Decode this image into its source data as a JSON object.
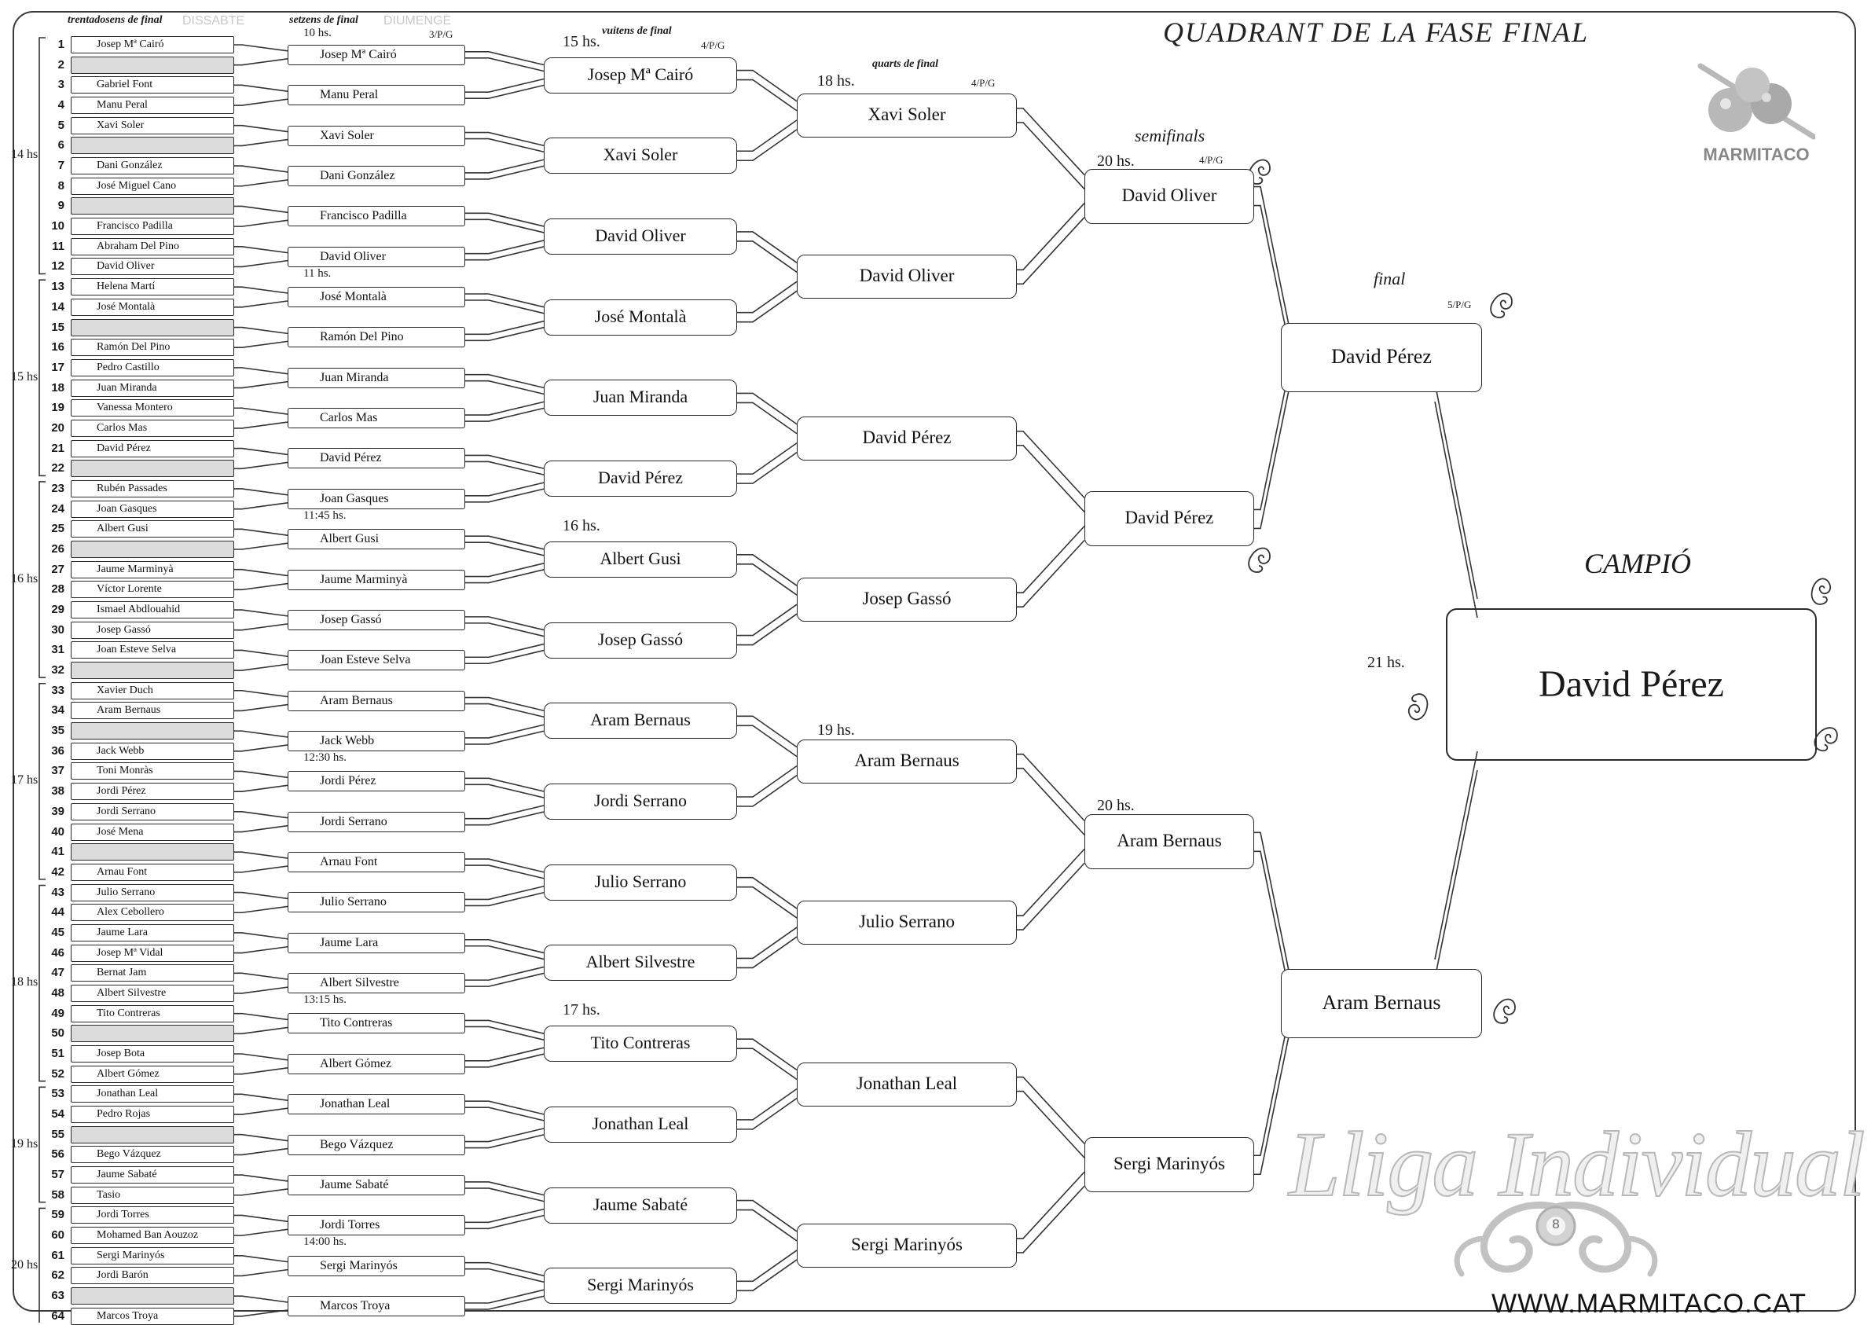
{
  "title": "QUADRANT   DE LA FASE FINAL",
  "labels": {
    "r32": "trentadosens de final",
    "r32_day": "DISSABTE",
    "r16": "setzens de final",
    "r16_day": "DIUMENGE",
    "r8": "vuitens de final",
    "qf": "quarts de final",
    "sf": "semifinals",
    "final": "final",
    "champion": "CAMPIÓ"
  },
  "seeds": [
    "1",
    "2",
    "3",
    "4",
    "5",
    "6",
    "7",
    "8",
    "9",
    "10",
    "11",
    "12",
    "13",
    "14",
    "15",
    "16",
    "17",
    "18",
    "19",
    "20",
    "21",
    "22",
    "23",
    "24",
    "25",
    "26",
    "27",
    "28",
    "29",
    "30",
    "31",
    "32",
    "33",
    "34",
    "35",
    "36",
    "37",
    "38",
    "39",
    "40",
    "41",
    "42",
    "43",
    "44",
    "45",
    "46",
    "47",
    "48",
    "49",
    "50",
    "51",
    "52",
    "53",
    "54",
    "55",
    "56",
    "57",
    "58",
    "59",
    "60",
    "61",
    "62",
    "63",
    "64"
  ],
  "r32": [
    "Josep Mª Cairó",
    "",
    "Gabriel Font",
    "Manu Peral",
    "Xavi Soler",
    "",
    "Dani González",
    "José Miguel Cano",
    "",
    "Francisco Padilla",
    "Abraham Del Pino",
    "David Oliver",
    "Helena Martí",
    "José Montalà",
    "",
    "Ramón Del Pino",
    "Pedro Castillo",
    "Juan Miranda",
    "Vanessa Montero",
    "Carlos Mas",
    "David Pérez",
    "",
    "Rubén Passades",
    "Joan Gasques",
    "Albert Gusi",
    "",
    "Jaume Marminyà",
    "Víctor Lorente",
    "Ismael Abdlouahid",
    "Josep Gassó",
    "Joan Esteve Selva",
    "",
    "Xavier Duch",
    "Aram Bernaus",
    "",
    "Jack Webb",
    "Toni Monràs",
    "Jordi Pérez",
    "Jordi Serrano",
    "José Mena",
    "",
    "Arnau Font",
    "Julio Serrano",
    "Alex Cebollero",
    "Jaume Lara",
    "Josep Mª Vidal",
    "Bernat Jam",
    "Albert Silvestre",
    "Tito Contreras",
    "",
    "Josep Bota",
    "Albert Gómez",
    "Jonathan Leal",
    "Pedro Rojas",
    "",
    "Bego Vázquez",
    "Jaume Sabaté",
    "Tasio",
    "Jordi Torres",
    "Mohamed Ban Aouzoz",
    "Sergi Marinyós",
    "Jordi Barón",
    "",
    "Marcos Troya"
  ],
  "r16": [
    "Josep Mª Cairó",
    "Manu Peral",
    "Xavi Soler",
    "Dani González",
    "Francisco Padilla",
    "David Oliver",
    "José Montalà",
    "Ramón Del Pino",
    "Juan Miranda",
    "Carlos Mas",
    "David Pérez",
    "Joan Gasques",
    "Albert Gusi",
    "Jaume Marminyà",
    "Josep Gassó",
    "Joan Esteve Selva",
    "Aram Bernaus",
    "Jack Webb",
    "Jordi Pérez",
    "Jordi Serrano",
    "Arnau Font",
    "Julio Serrano",
    "Jaume Lara",
    "Albert Silvestre",
    "Tito Contreras",
    "Albert Gómez",
    "Jonathan Leal",
    "Bego Vázquez",
    "Jaume Sabaté",
    "Jordi Torres",
    "Sergi Marinyós",
    "Marcos Troya"
  ],
  "r8": [
    "Josep Mª Cairó",
    "Xavi Soler",
    "David Oliver",
    "José Montalà",
    "Juan Miranda",
    "David Pérez",
    "Albert Gusi",
    "Josep Gassó",
    "Aram Bernaus",
    "Jordi Serrano",
    "Julio Serrano",
    "Albert Silvestre",
    "Tito Contreras",
    "Jonathan Leal",
    "Jaume Sabaté",
    "Sergi Marinyós"
  ],
  "qf": [
    "Xavi Soler",
    "David Oliver",
    "David Pérez",
    "Josep Gassó",
    "Aram Bernaus",
    "Julio Serrano",
    "Jonathan Leal",
    "Sergi Marinyós"
  ],
  "sf": [
    "David Oliver",
    "David Pérez",
    "Aram Bernaus",
    "Sergi Marinyós"
  ],
  "final": [
    "David Pérez",
    "Aram Bernaus"
  ],
  "champion": "David Pérez",
  "groups": [
    "14 hs",
    "15 hs",
    "16 hs",
    "17 hs",
    "18 hs",
    "19 hs",
    "20 hs"
  ],
  "times_r16": [
    "10 hs.",
    "11 hs.",
    "11:45 hs.",
    "12:30 hs.",
    "13:15 hs.",
    "14:00 hs."
  ],
  "times_r8": [
    "15 hs.",
    "16 hs.",
    "17 hs."
  ],
  "times_big": {
    "qf_top": "18 hs.",
    "qf_bottom": "19 hs.",
    "sf_top": "20 hs.",
    "sf_bottom": "20 hs.",
    "final": "21 hs."
  },
  "pg": {
    "r16": "3/P/G",
    "r8": "4/P/G",
    "qf": "4/P/G",
    "sf": "4/P/G",
    "final": "5/P/G"
  },
  "logo": "MARMITACO",
  "watermark": "Lliga Individual",
  "watermark_ball": "8",
  "website": "WWW.MARMITACO.CAT"
}
